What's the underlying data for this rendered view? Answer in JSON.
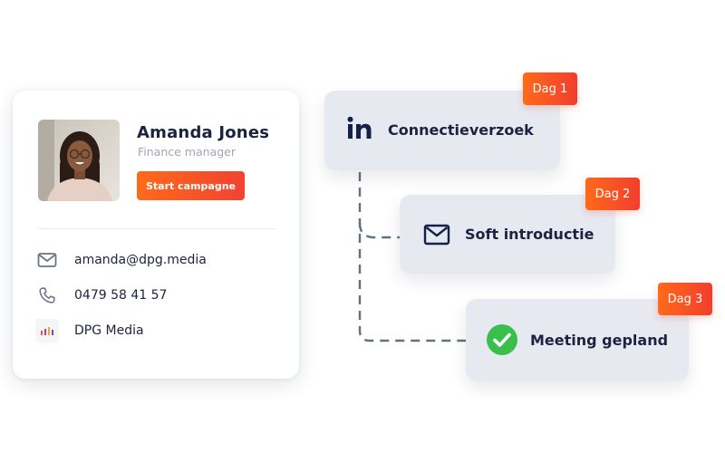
{
  "profile": {
    "name": "Amanda Jones",
    "role": "Finance manager",
    "cta_label": "Start campagne",
    "email": "amanda@dpg.media",
    "phone": "0479 58 41 57",
    "company": "DPG Media",
    "icons": {
      "email": "mail-icon",
      "phone": "phone-icon",
      "company": "dpg-media-logo-icon"
    }
  },
  "steps": [
    {
      "title": "Connectieverzoek",
      "day": "Dag 1",
      "icon": "linkedin-icon"
    },
    {
      "title": "Soft introductie",
      "day": "Dag 2",
      "icon": "mail-icon"
    },
    {
      "title": "Meeting gepland",
      "day": "Dag 3",
      "icon": "check-circle-icon"
    }
  ],
  "colors": {
    "accent_orange": "#ff6a1a",
    "accent_red": "#f24230",
    "text_dark": "#1b2340",
    "text_muted": "#a0a6b4",
    "step_bg": "#e7e9f1",
    "check_green": "#3bbf4c",
    "connector": "#5f7280"
  }
}
